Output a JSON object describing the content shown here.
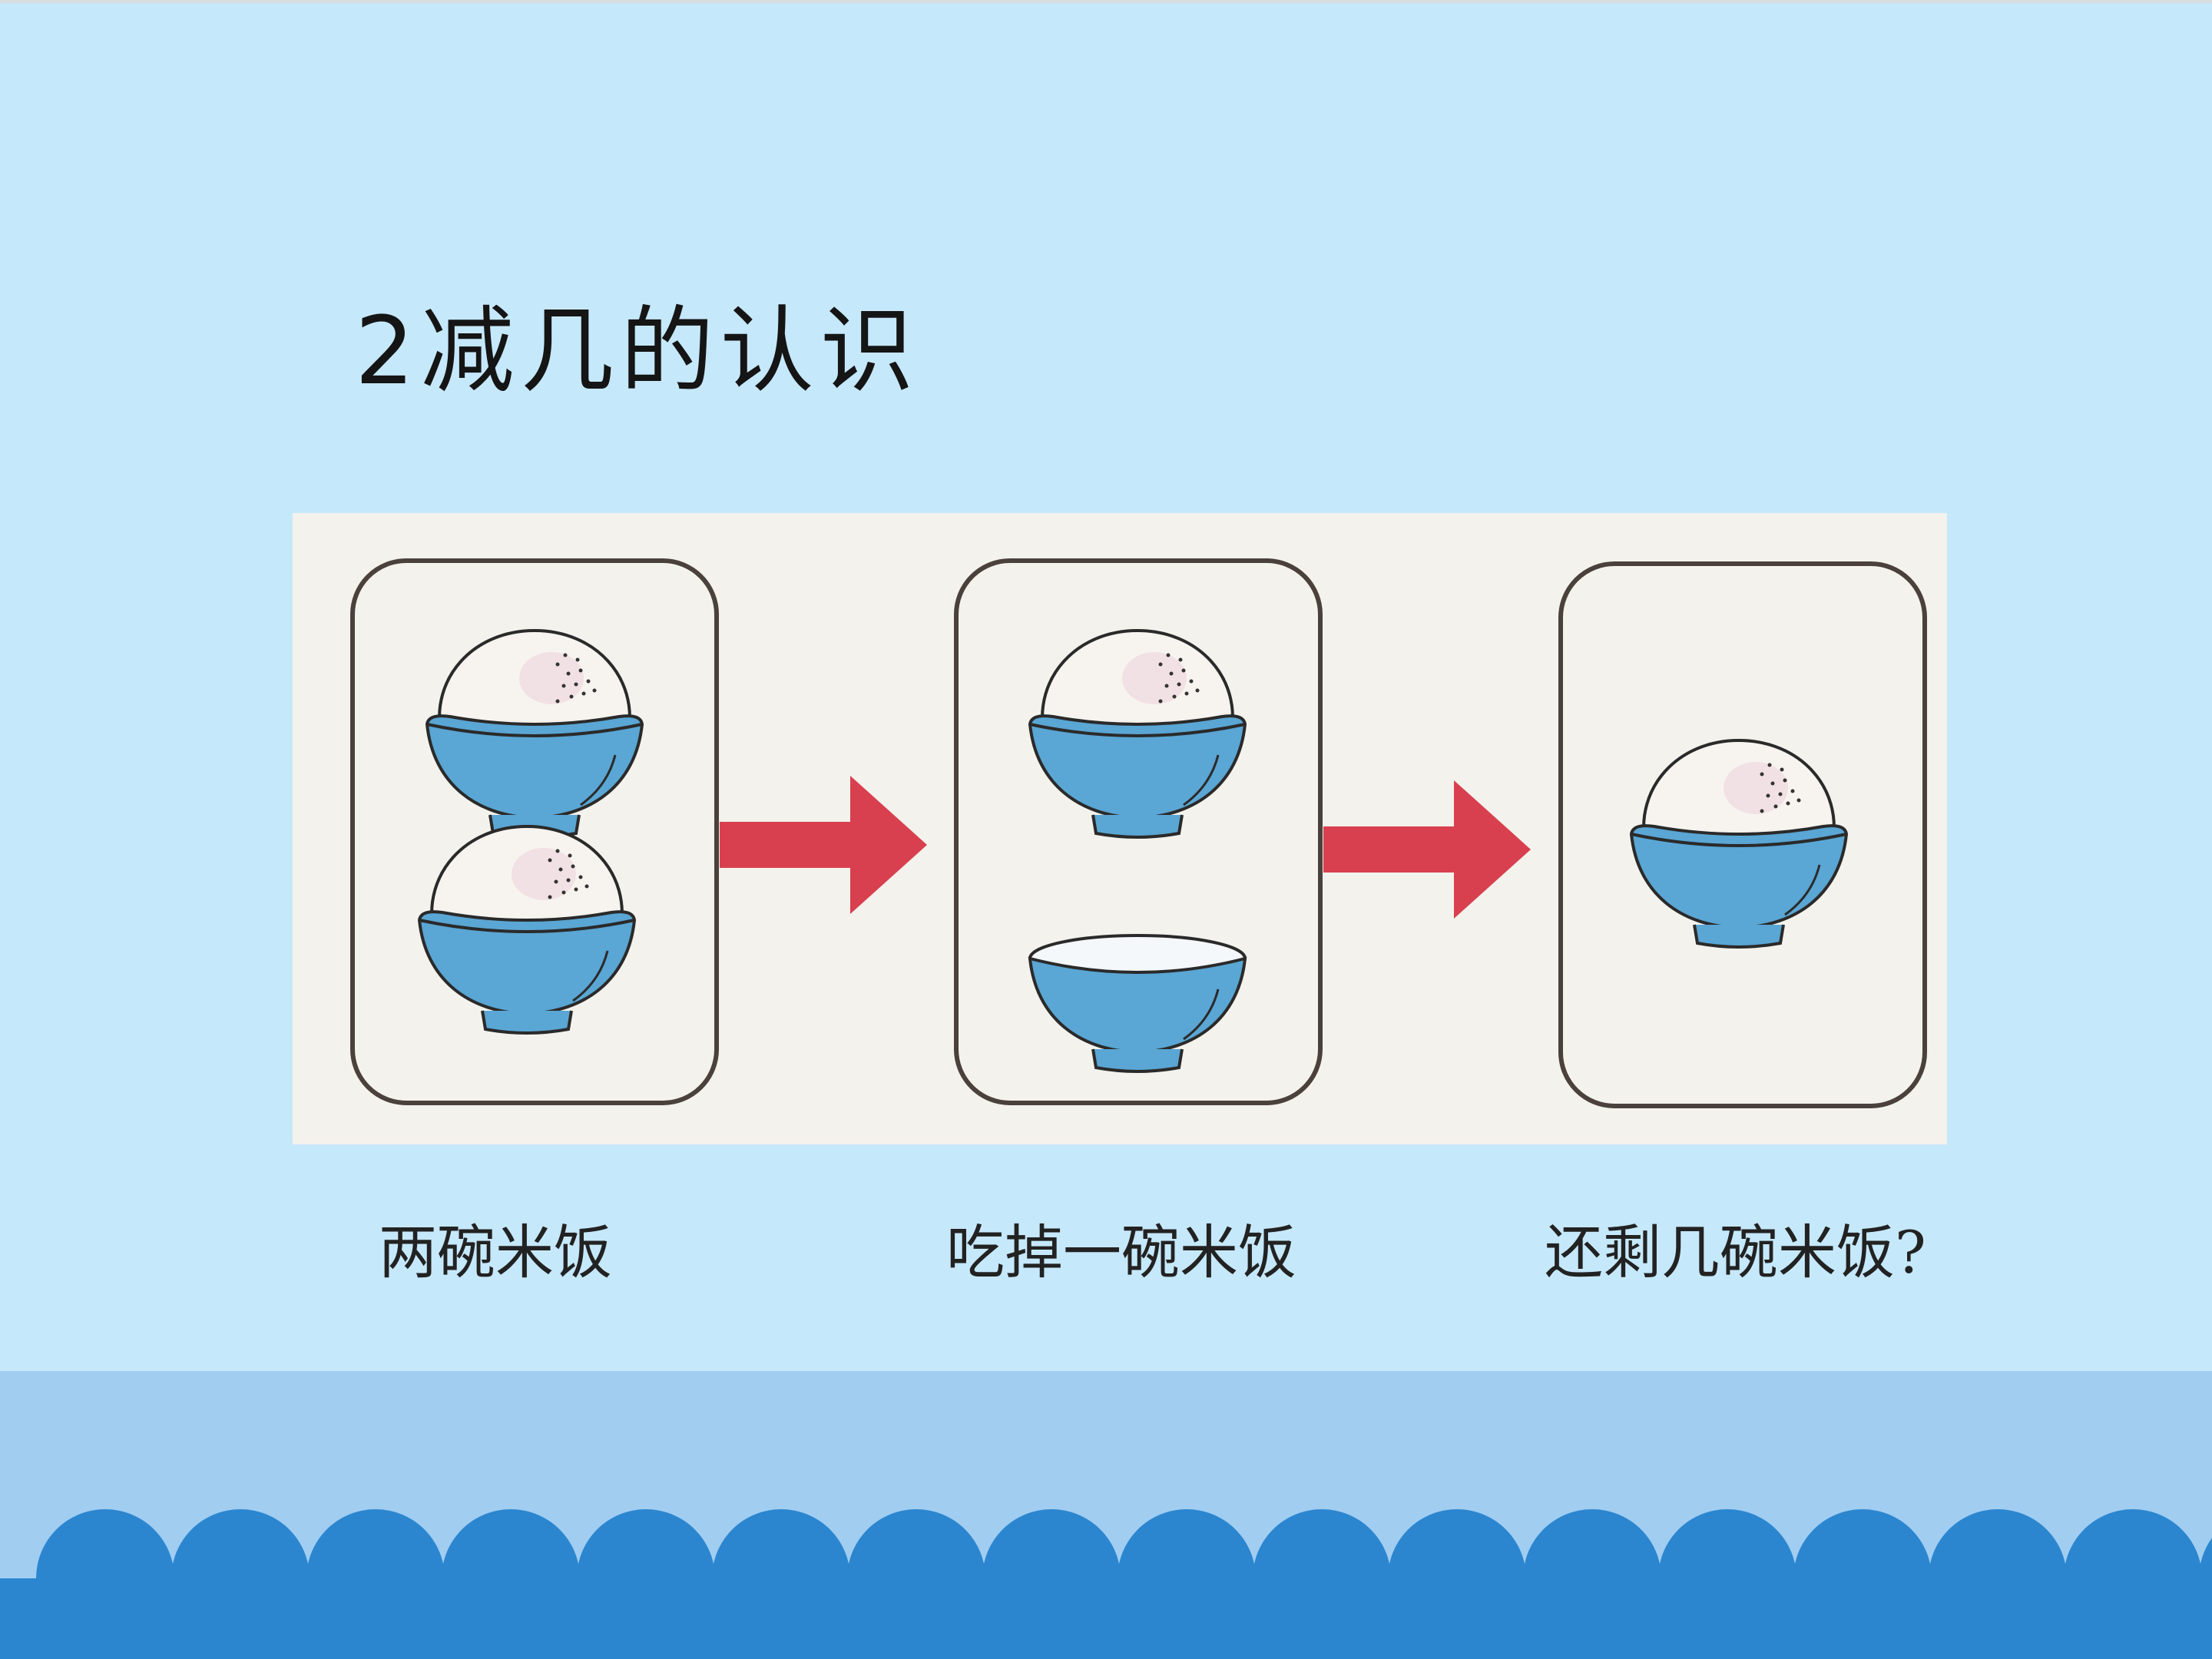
{
  "title": "2减几的认识",
  "captions": [
    "两碗米饭",
    "吃掉一碗米饭",
    "还剩几碗米饭?"
  ],
  "colors": {
    "background": "#c6e8fb",
    "footer": "#a1cdf1",
    "waves": "#2b86cf",
    "bowl": "#5aa6d4",
    "arrow": "#d8404f",
    "panel": "#f3f2ec"
  },
  "illustration": {
    "panels": [
      {
        "full_bowls": 2,
        "empty_bowls": 0
      },
      {
        "full_bowls": 1,
        "empty_bowls": 1
      },
      {
        "full_bowls": 1,
        "empty_bowls": 0
      }
    ]
  }
}
